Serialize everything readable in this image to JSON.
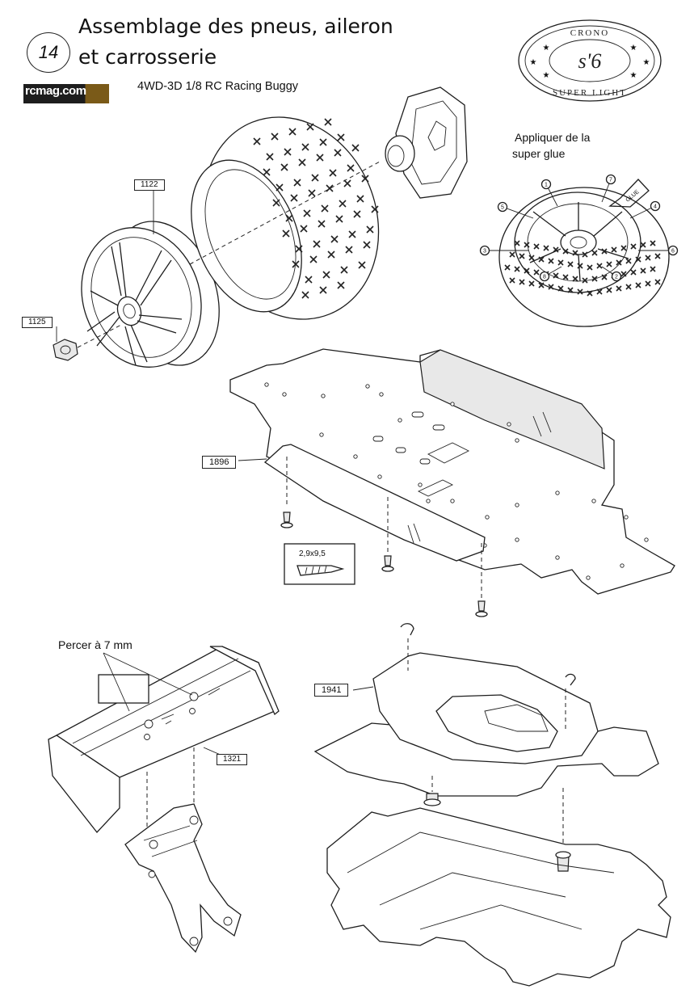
{
  "header": {
    "step_number": "14",
    "title_line1": "Assemblage des pneus, aileron",
    "title_line2": "et carrosserie",
    "subtitle": "4WD-3D 1/8 RC Racing Buggy",
    "magazine_logo": "rcmag.com",
    "brand_logo": {
      "top": "CRONO",
      "center": "s'6",
      "bottom": "SUPER LIGHT"
    }
  },
  "notes": {
    "glue_line1": "Appliquer de la",
    "glue_line2": "super glue",
    "glue_tag": "GLUE",
    "drill": "Percer à 7 mm",
    "screw_size": "2,9x9,5"
  },
  "parts": {
    "rim": "1122",
    "nut": "1125",
    "plate": "1896",
    "wing": "1321",
    "body": "1941"
  },
  "glue_points": [
    "1",
    "2",
    "3",
    "4",
    "5",
    "6",
    "7",
    "8"
  ],
  "colors": {
    "ink": "#1e1e1e",
    "paper": "#ffffff"
  }
}
